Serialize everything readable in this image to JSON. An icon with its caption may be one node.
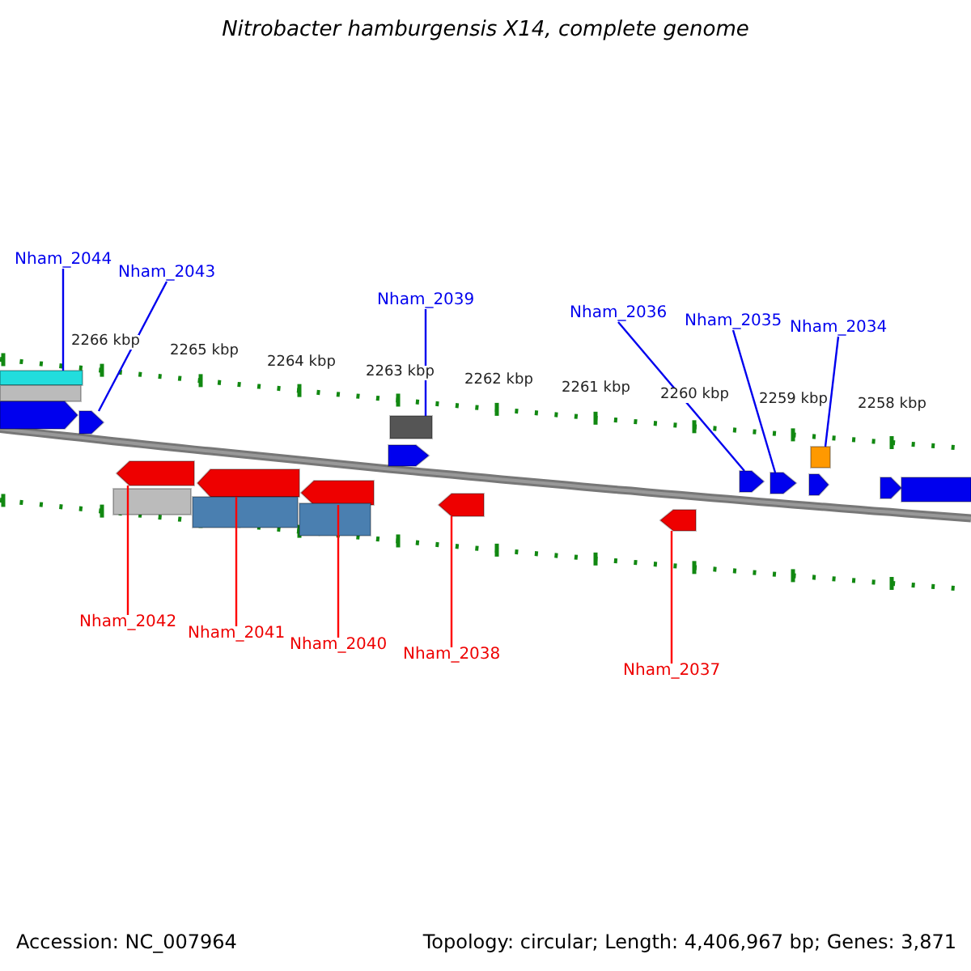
{
  "diagram": {
    "title": "Nitrobacter hamburgensis X14, complete genome",
    "nodes": [
      {
        "text": [
          "Nham_2044"
        ]
      },
      {
        "text": [
          "Nham_2043"
        ]
      },
      {
        "text": [
          "Nham_2039"
        ]
      },
      {
        "text": [
          "Nham_2036"
        ]
      },
      {
        "text": [
          "Nham_2035"
        ]
      },
      {
        "text": [
          "Nham_2034"
        ]
      },
      {
        "text": [
          "Nham_2042"
        ]
      },
      {
        "text": [
          "Nham_2041"
        ]
      },
      {
        "text": [
          "Nham_2040"
        ]
      },
      {
        "text": [
          "Nham_2038"
        ]
      },
      {
        "text": [
          "Nham_2037"
        ]
      },
      {
        "text": [],
        "shape": "bar"
      },
      {
        "text": [],
        "shape": "bar"
      },
      {
        "text": [],
        "shape": "arrow"
      },
      {
        "text": [],
        "shape": "arrow"
      },
      {
        "text": [],
        "shape": "bar"
      },
      {
        "text": [],
        "shape": "arrow"
      },
      {
        "text": [],
        "shape": "arrow"
      },
      {
        "text": [],
        "shape": "arrow"
      },
      {
        "text": [],
        "shape": "arrow"
      },
      {
        "text": [],
        "shape": "bar"
      },
      {
        "text": [],
        "shape": "bar"
      },
      {
        "text": [],
        "shape": "bar"
      },
      {
        "text": [],
        "shape": "arrow"
      },
      {
        "text": [],
        "shape": "arrow"
      },
      {
        "text": [],
        "shape": "arrow"
      },
      {
        "text": [],
        "shape": "arrow"
      },
      {
        "text": [],
        "shape": "bar"
      },
      {
        "text": [],
        "shape": "arrow"
      },
      {
        "text": [],
        "shape": "arrow"
      },
      {
        "text": [],
        "shape": "arrow"
      }
    ],
    "edges": [
      {
        "from": 0,
        "to": 11,
        "arrow": "none"
      },
      {
        "from": 1,
        "to": 14,
        "arrow": "none"
      },
      {
        "from": 2,
        "to": 15,
        "arrow": "none"
      },
      {
        "from": 3,
        "to": 25,
        "arrow": "none"
      },
      {
        "from": 4,
        "to": 26,
        "arrow": "none"
      },
      {
        "from": 5,
        "to": 27,
        "arrow": "none"
      },
      {
        "from": 6,
        "to": 17,
        "arrow": "none",
        "color": "#ff0000"
      },
      {
        "from": 7,
        "to": 18,
        "arrow": "none",
        "color": "#ff0000"
      },
      {
        "from": 8,
        "to": 19,
        "arrow": "none",
        "color": "#ff0000"
      },
      {
        "from": 9,
        "to": 23,
        "arrow": "none",
        "color": "#ff0000"
      },
      {
        "from": 10,
        "to": 24,
        "arrow": "none",
        "color": "#ff0000"
      }
    ],
    "labels": [
      "2266 kbp",
      "2265 kbp",
      "2264 kbp",
      "2263 kbp",
      "2262 kbp",
      "2261 kbp",
      "2260 kbp",
      "2259 kbp",
      "2258 kbp",
      "Accession: NC_007964",
      "Topology: circular; Length: 4,406,967 bp; Genes: 3,871"
    ]
  }
}
